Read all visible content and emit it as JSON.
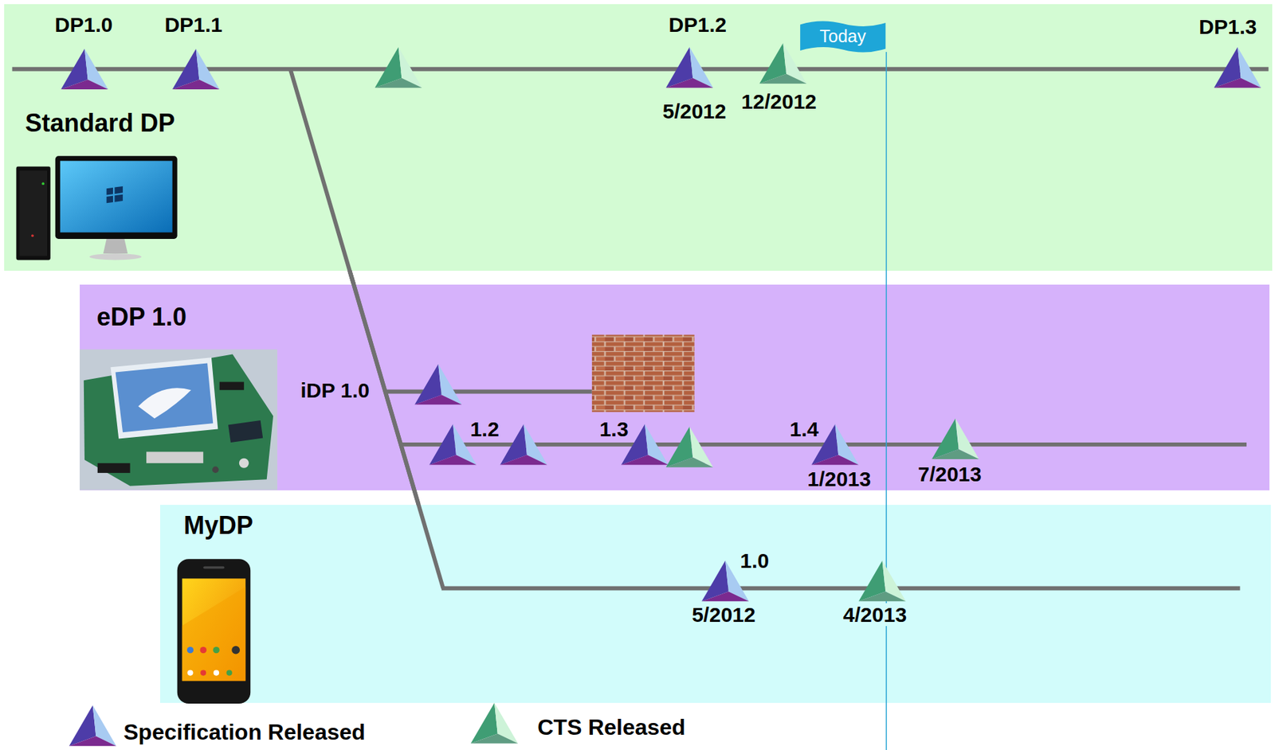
{
  "diagram": {
    "nodes": [
      {
        "text": [
          "Standard DP"
        ]
      },
      {
        "text": [
          "Today"
        ],
        "in": 0
      },
      {
        "text": [
          "eDP 1.0"
        ]
      },
      {
        "text": [
          "MyDP"
        ]
      }
    ],
    "edges": [
      {
        "from": 0,
        "to": 2,
        "arrow": "none"
      },
      {
        "from": 0,
        "to": 3,
        "arrow": "none"
      }
    ],
    "labels": [
      "DP1.0",
      "DP1.1",
      "DP1.2",
      "DP1.3",
      "5/2012",
      "12/2012",
      "iDP 1.0",
      "1.2",
      "1.3",
      "1.4",
      "1/2013",
      "7/2013",
      "1.0",
      "5/2012",
      "4/2013"
    ],
    "legend": [
      {
        "text": "Specification Released"
      },
      {
        "text": "CTS Released"
      }
    ]
  }
}
